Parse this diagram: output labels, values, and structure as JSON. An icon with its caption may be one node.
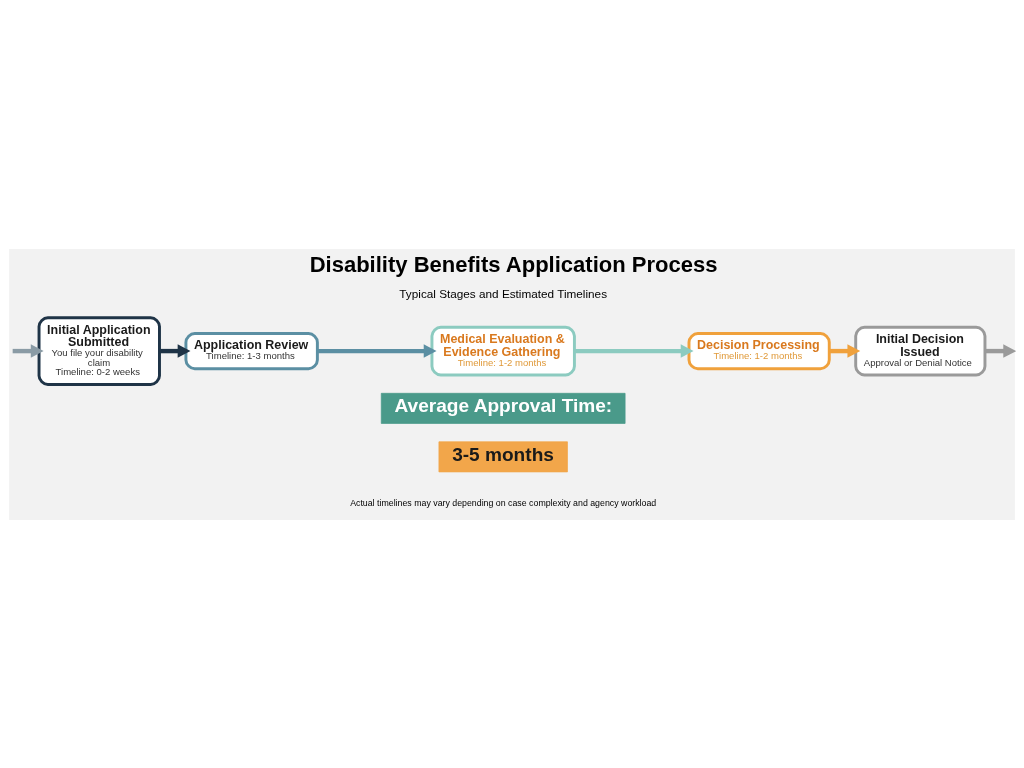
{
  "diagram": {
    "title": "Disability Benefits Application Process",
    "nodes": [
      {
        "text": [
          "Initial Application Submitted",
          "You file your disability claim",
          "Timeline: 0-2 weeks"
        ]
      },
      {
        "text": [
          "Application Review",
          "Timeline: 1-3 months"
        ]
      },
      {
        "text": [
          "Medical Evaluation & Evidence Gathering",
          "Timeline: 1-2 months"
        ]
      },
      {
        "text": [
          "Decision Processing",
          "Timeline: 1-2 months"
        ]
      },
      {
        "text": [
          "Initial Decision Issued",
          "Approval or Denial Notice"
        ]
      },
      {
        "text": [
          "Average Approval Time:"
        ]
      },
      {
        "text": [
          "3-5 months"
        ]
      }
    ],
    "edges": [
      {
        "from": null,
        "to": 0,
        "arrow": "to",
        "color": "#8a9ba5"
      },
      {
        "from": 0,
        "to": 1,
        "arrow": "to",
        "color": "#1f3447"
      },
      {
        "from": 1,
        "to": 2,
        "arrow": "to",
        "color": "#5b8fa3"
      },
      {
        "from": 2,
        "to": 3,
        "arrow": "to",
        "color": "#8ccbc0"
      },
      {
        "from": 3,
        "to": 4,
        "arrow": "to",
        "color": "#f0a13c"
      },
      {
        "from": 4,
        "to": null,
        "arrow": "to",
        "color": "#9a9a9a"
      }
    ],
    "labels": [
      "Typical Stages and Estimated Timelines",
      "Actual timelines may vary depending on case complexity and agency workload"
    ]
  }
}
